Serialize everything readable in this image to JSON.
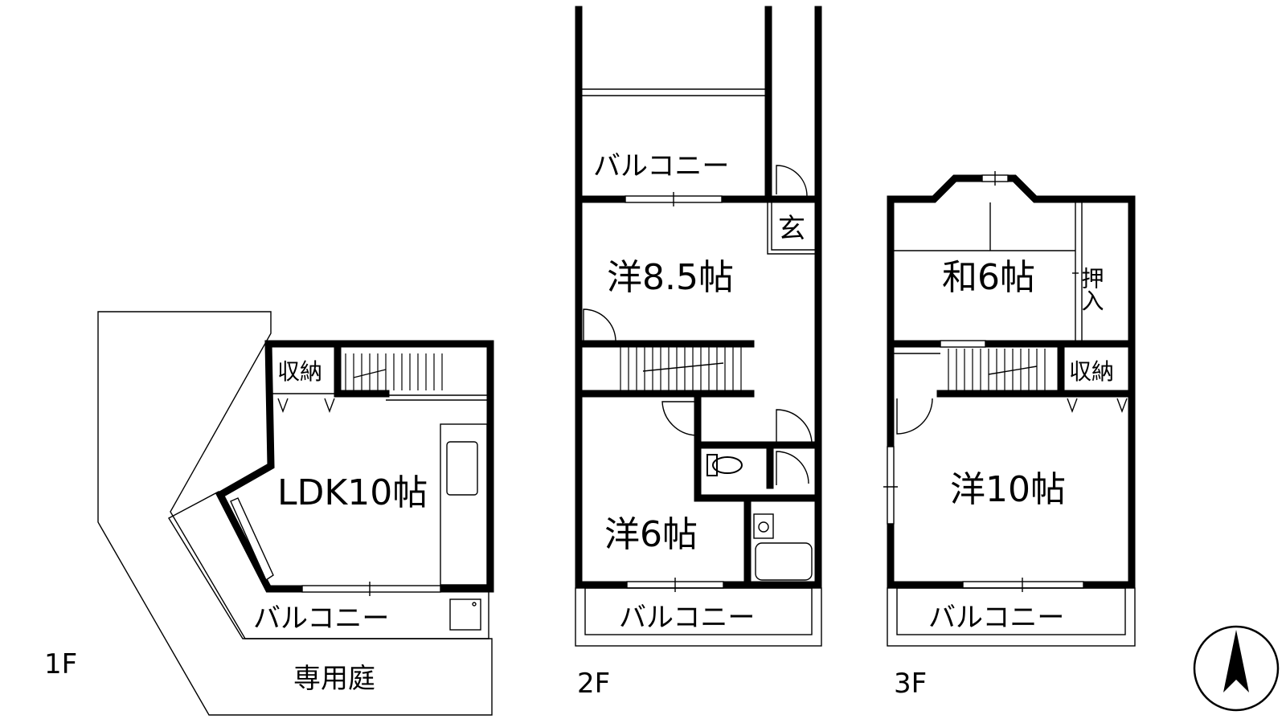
{
  "floors": {
    "f1": {
      "floor_label": "1F",
      "rooms": {
        "ldk": "LDK10帖",
        "storage": "収納",
        "balcony": "バルコニー",
        "garden": "専用庭"
      }
    },
    "f2": {
      "floor_label": "2F",
      "rooms": {
        "balcony_top": "バルコニー",
        "entrance": "玄",
        "western_85": "洋8.5帖",
        "western_6": "洋6帖",
        "balcony": "バルコニー"
      }
    },
    "f3": {
      "floor_label": "3F",
      "rooms": {
        "japanese_6": "和6帖",
        "closet": "押入",
        "storage": "収納",
        "western_10": "洋10帖",
        "balcony": "バルコニー"
      }
    }
  },
  "compass": {
    "icon": "north-arrow-icon"
  }
}
